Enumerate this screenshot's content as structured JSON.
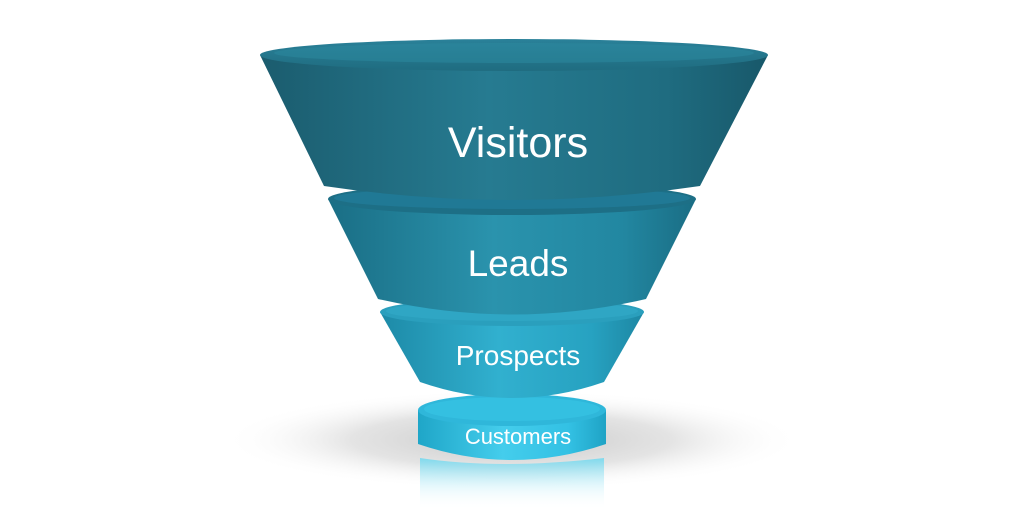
{
  "funnel": {
    "stages": [
      {
        "label": "Visitors",
        "color": "#1f6e84"
      },
      {
        "label": "Leads",
        "color": "#1f8aa4"
      },
      {
        "label": "Prospects",
        "color": "#22a7c6"
      },
      {
        "label": "Customers",
        "color": "#2cc3e6"
      }
    ]
  }
}
